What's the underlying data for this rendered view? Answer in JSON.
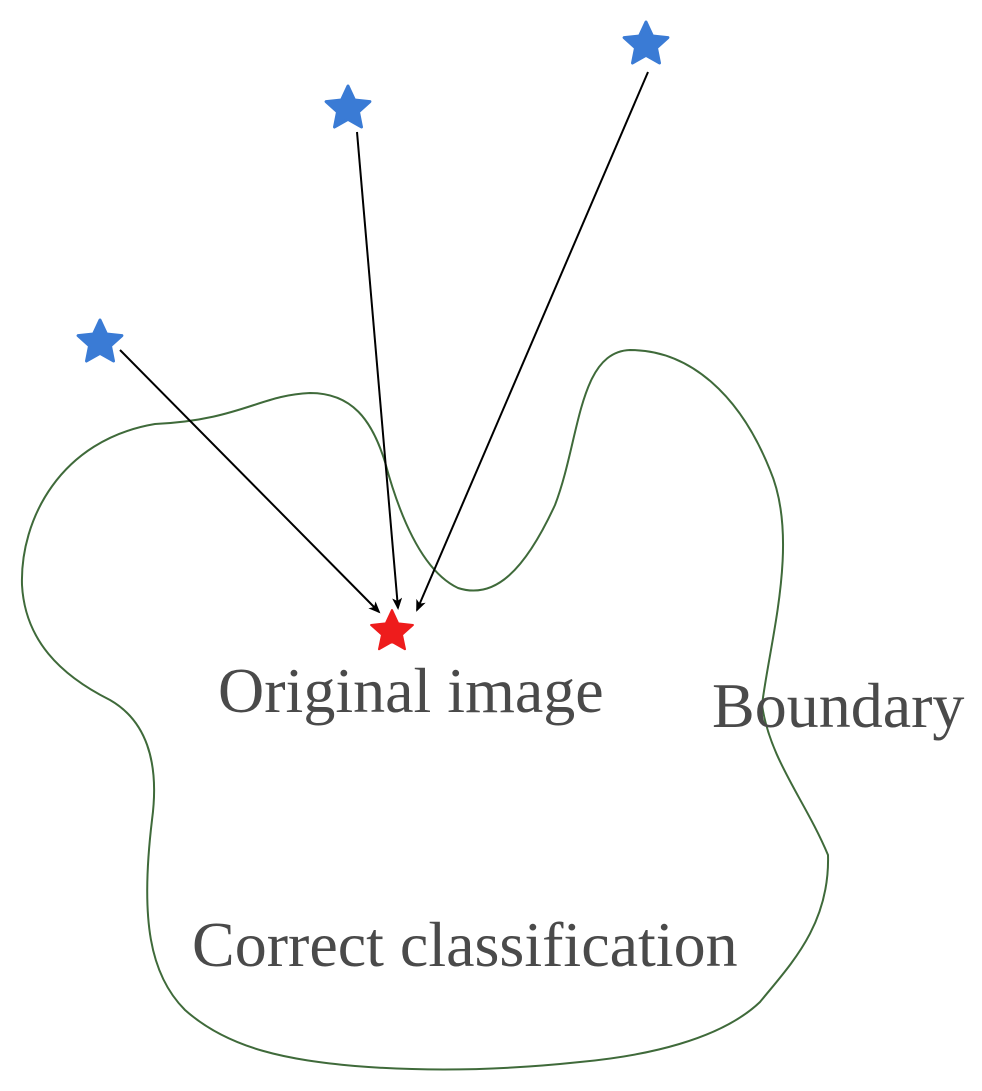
{
  "labels": {
    "original": "Original image",
    "boundary": "Boundary",
    "region": "Correct classification"
  },
  "colors": {
    "boundary": "#3f6a3a",
    "arrow": "#000000",
    "adversarial_star": "#3a7bd5",
    "original_star": "#ee1c1c",
    "text": "#4a4a4a"
  },
  "icons": {
    "adversarial": "blue-star-icon",
    "original": "red-star-icon"
  }
}
